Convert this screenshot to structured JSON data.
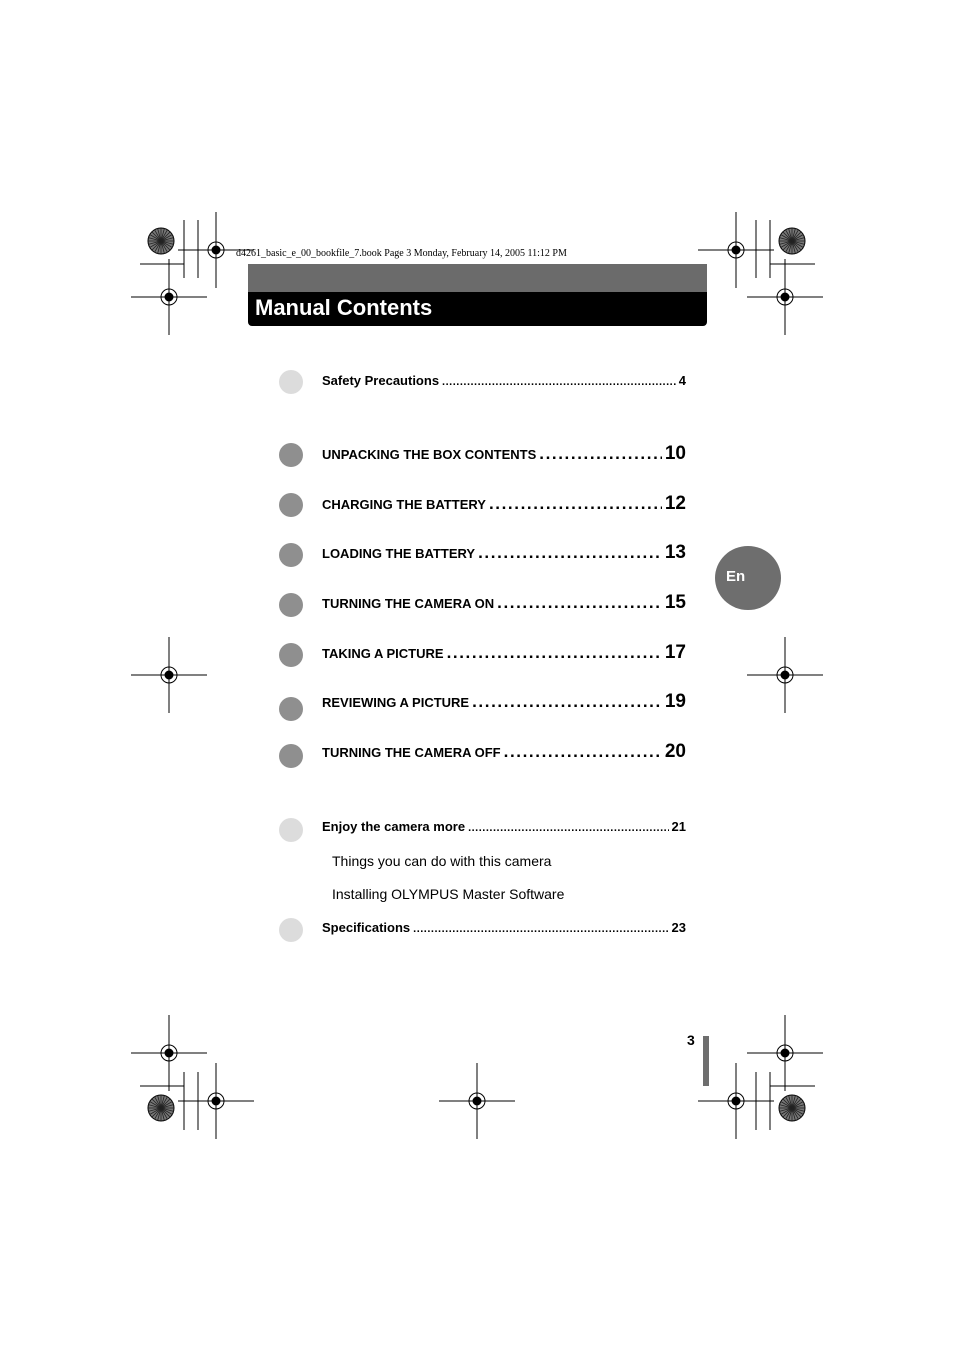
{
  "header": {
    "file_info": "d4261_basic_e_00_bookfile_7.book  Page 3  Monday, February 14, 2005  11:12 PM"
  },
  "title": "Manual Contents",
  "toc": [
    {
      "label": "Safety Precautions",
      "page": "4"
    },
    {
      "label": "UNPACKING THE BOX CONTENTS",
      "page": "10"
    },
    {
      "label": "CHARGING THE BATTERY",
      "page": "12"
    },
    {
      "label": "LOADING THE BATTERY",
      "page": "13"
    },
    {
      "label": "TURNING THE CAMERA ON",
      "page": "15"
    },
    {
      "label": "TAKING A PICTURE",
      "page": "17"
    },
    {
      "label": "REVIEWING A PICTURE",
      "page": "19"
    },
    {
      "label": "TURNING THE CAMERA OFF",
      "page": "20"
    },
    {
      "label": "Enjoy the camera more",
      "page": "21"
    },
    {
      "label": "Specifications",
      "page": "23"
    }
  ],
  "sub_items": [
    "Things you can do with this camera",
    "Installing OLYMPUS Master Software"
  ],
  "dots": {
    "small": "........................................................................................................",
    "big": "............................................................"
  },
  "language_tab": "En",
  "page_number": "3",
  "colors": {
    "title_band_top": "#6b6b6b",
    "title_band_bottom": "#000000",
    "bullet_light": "#dcdcdc",
    "bullet_dark": "#8f8f8f",
    "tab": "#6e6e6e"
  }
}
